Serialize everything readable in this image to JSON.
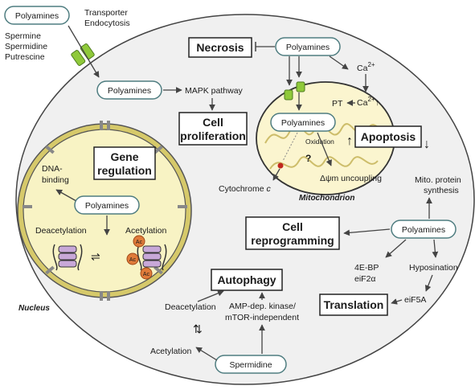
{
  "external": {
    "polyamines": "Polyamines",
    "types": [
      "Spermine",
      "Spermidine",
      "Putrescine"
    ],
    "transporter": [
      "Transporter",
      "Endocytosis"
    ]
  },
  "cytoplasm": {
    "polyamines_entry": "Polyamines",
    "mapk": "MAPK pathway",
    "cell_proliferation": [
      "Cell",
      "proliferation"
    ]
  },
  "necrosis": {
    "title": "Necrosis",
    "polyamines": "Polyamines"
  },
  "mitochondrion": {
    "ca_top": "Ca",
    "ca_sup": "2+",
    "pt": "PT",
    "ca_inner": "Ca",
    "polyamines": "Polyamines",
    "oxidation": "Oxidation",
    "question": "?",
    "apoptosis": "Apoptosis",
    "uncoupling": "Δψm uncoupling",
    "cytochrome": "Cytochrome",
    "cytochrome_c": "c",
    "label": "Mitochondrion",
    "protein_synthesis": [
      "Mito. protein",
      "synthesis"
    ]
  },
  "nucleus": {
    "gene_regulation": [
      "Gene",
      "regulation"
    ],
    "dna_binding": [
      "DNA-",
      "binding"
    ],
    "polyamines": "Polyamines",
    "deacetylation": "Deacetylation",
    "acetylation": "Acetylation",
    "ac": "Ac",
    "label": "Nucleus"
  },
  "reprogramming": {
    "title": [
      "Cell",
      "reprogramming"
    ],
    "polyamines": "Polyamines",
    "eb": [
      "4E-BP",
      "eiF2α"
    ],
    "hyposination": "Hyposination",
    "eif5a": "eiF5A",
    "translation": "Translation"
  },
  "autophagy": {
    "title": "Autophagy",
    "deacetylation": "Deacetylation",
    "acetylation": "Acetylation",
    "ampk": [
      "AMP-dep. kinase/",
      "mTOR-independent"
    ],
    "spermidine": "Spermidine"
  },
  "colors": {
    "cell_fill": "#f0f0f0",
    "nucleus_fill": "#f8f3c4",
    "nucleus_ring": "#d6c96a",
    "mito_fill": "#fbf5cf",
    "transporter_green": "#8fc93a",
    "ac_orange": "#e07b3a",
    "histone_purple": "#c8a8d8",
    "pill_stroke": "#4f7d80"
  }
}
